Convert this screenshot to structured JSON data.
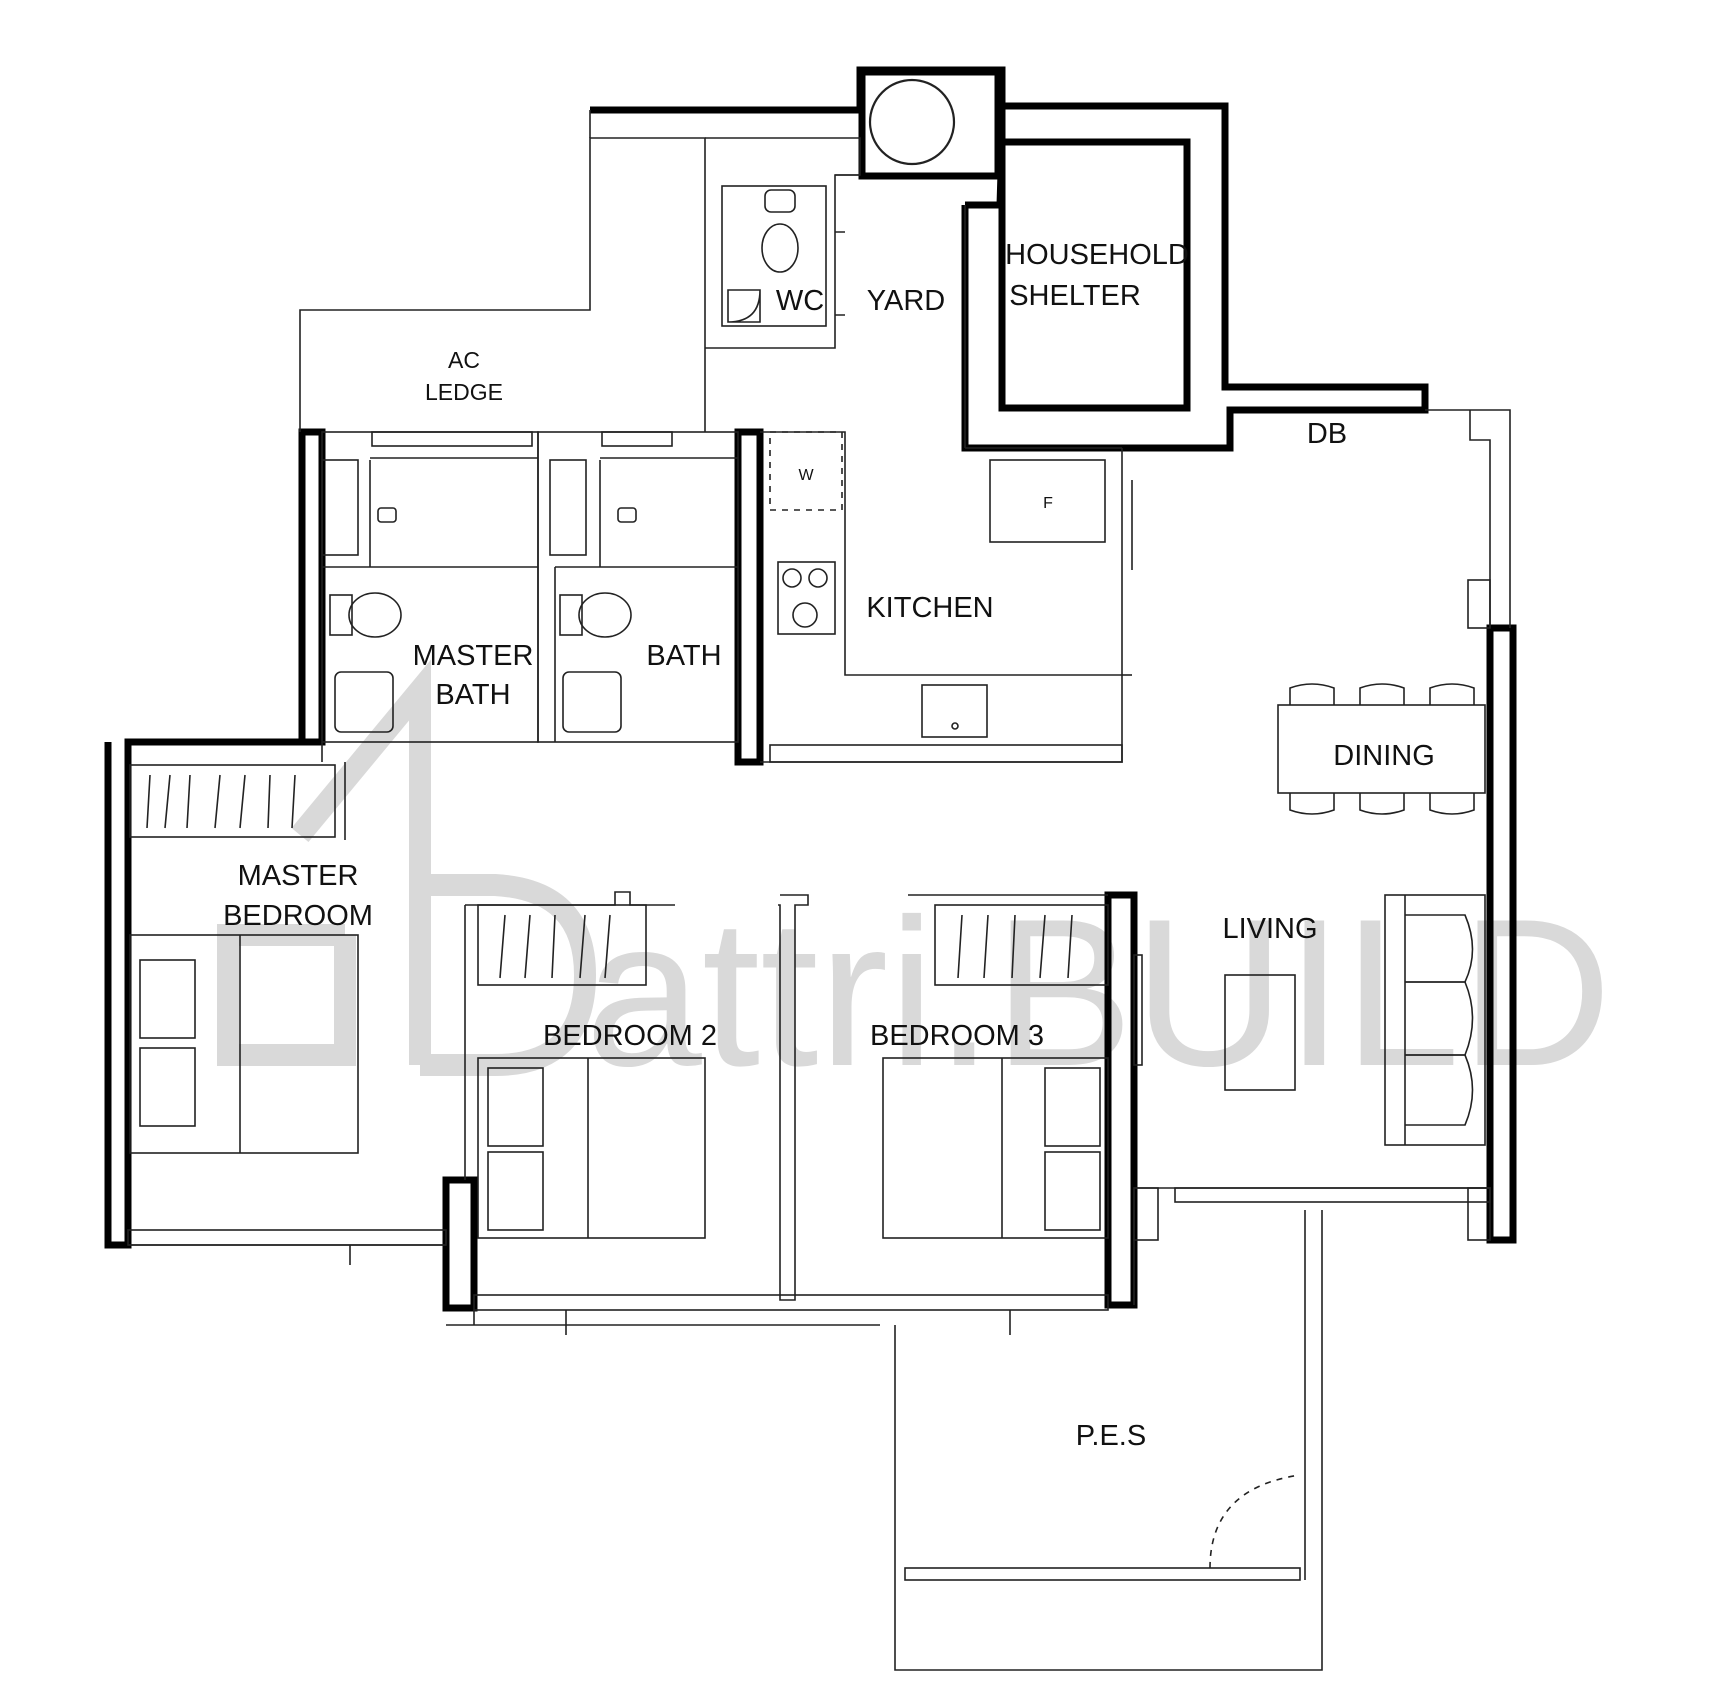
{
  "watermark": {
    "text": "attri.BUILD",
    "color": "#d9d9d9"
  },
  "rooms": {
    "household_shelter_line1": "HOUSEHOLD",
    "household_shelter_line2": "SHELTER",
    "yard": "YARD",
    "wc": "WC",
    "ac_ledge_line1": "AC",
    "ac_ledge_line2": "LEDGE",
    "db": "DB",
    "master_bath_line1": "MASTER",
    "master_bath_line2": "BATH",
    "bath": "BATH",
    "kitchen": "KITCHEN",
    "dining": "DINING",
    "master_bedroom_line1": "MASTER",
    "master_bedroom_line2": "BEDROOM",
    "living": "LIVING",
    "bedroom_2": "BEDROOM 2",
    "bedroom_3": "BEDROOM 3",
    "pes": "P.E.S"
  },
  "fixtures": {
    "washer": "W",
    "fridge": "F"
  },
  "colors": {
    "wall": "#000000",
    "line": "#222222",
    "background": "#ffffff"
  }
}
